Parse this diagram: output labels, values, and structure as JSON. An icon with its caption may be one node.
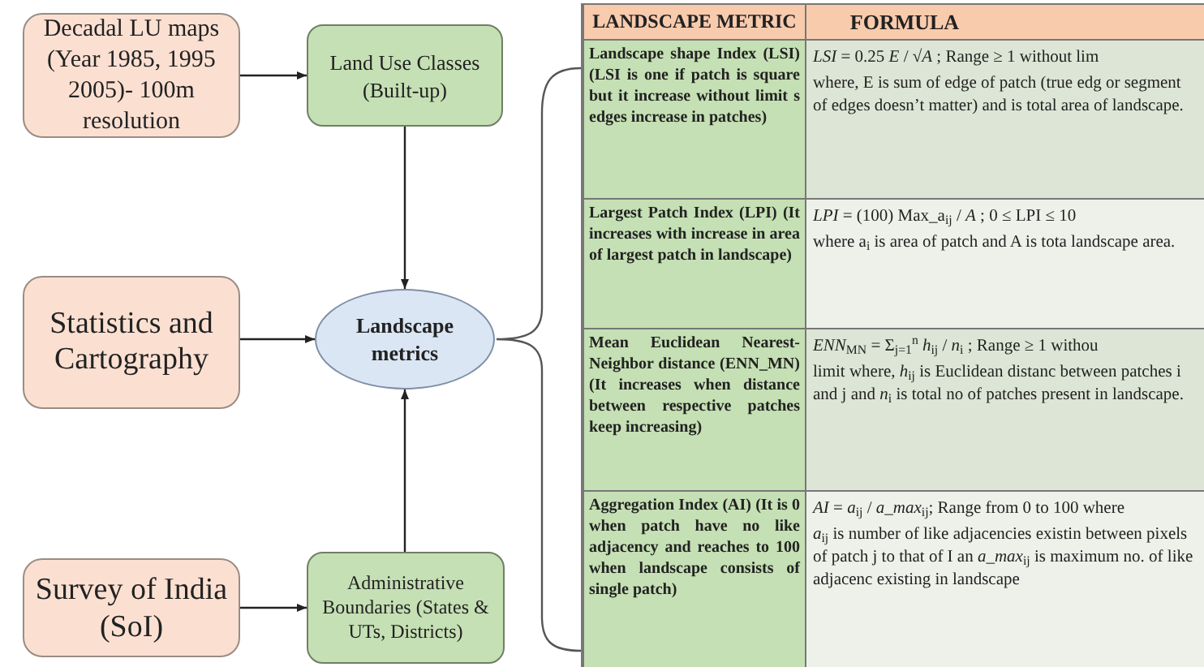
{
  "diagram": {
    "nodes": [
      {
        "text": [
          "Decadal LU maps (Year 1985, 1995 2005)- 100m resolution"
        ]
      },
      {
        "text": [
          "Land Use Classes (Built-up)"
        ]
      },
      {
        "text": [
          "Statistics and Cartography"
        ]
      },
      {
        "text": [
          "Landscape metrics"
        ]
      },
      {
        "text": [
          "Survey of India (SoI)"
        ]
      },
      {
        "text": [
          "Administrative Boundaries (States & UTs, Districts)"
        ]
      }
    ],
    "edges": [
      {
        "from": 0,
        "to": 1,
        "arrow": "to"
      },
      {
        "from": 1,
        "to": 3,
        "arrow": "to"
      },
      {
        "from": 2,
        "to": 3,
        "arrow": "to"
      },
      {
        "from": 5,
        "to": 3,
        "arrow": "to"
      },
      {
        "from": 4,
        "to": 5,
        "arrow": "to"
      }
    ],
    "labels": [
      "LANDSCAPE METRIC",
      "FORMULA",
      "Landscape shape Index (LSI) (LSI is one if patch is square but it increase without limit s edges increase in patches)",
      "*LSI* = 0.25 *E* / √*A* ; Range ≥ 1 without lim",
      "where, E is sum of edge of patch (true edg or segment of edges doesn’t matter) and is total area of landscape.",
      "Largest Patch Index (LPI) (It increases with increase in area of largest patch in landscape)",
      "*LPI* = (100) Max_a$_{ij}$ / *A* ; 0 ≤ LPI ≤ 10",
      "where a$_{i}$ is area of patch and A is tota landscape area.",
      "Mean Euclidean Nearest-Neighbor distance (ENN_MN) (It increases when distance between respective patches keep increasing)",
      "*ENN*$_{MN}$ = Σ$_{j=1}$$^{n}$ *h*$_{ij}$ / *n*$_{i}$ ; Range ≥ 1 withou",
      "limit where, *h*$_{ij}$ is Euclidean distanc between patches i and j and *n*$_{i}$ is total no of patches present in landscape.",
      "Aggregation Index (AI) (It is 0 when patch have no like adjacency and reaches to 100 when landscape consists of single patch)",
      "*AI* = *a*$_{ij}$ / *a_max*$_{ij}$; Range from 0 to 100 where",
      "*a*$_{ij}$ is number of like adjacencies existin between pixels of patch j to that of I an *a_max*$_{ij}$ is maximum no. of like adjacenc existing in landscape"
    ]
  }
}
